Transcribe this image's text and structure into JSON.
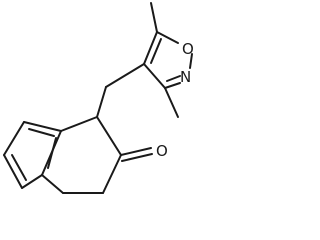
{
  "molecule": {
    "atoms": {
      "oxygen_isoxazole": "O",
      "nitrogen_isoxazole": "N",
      "oxygen_ketone": "O"
    }
  }
}
